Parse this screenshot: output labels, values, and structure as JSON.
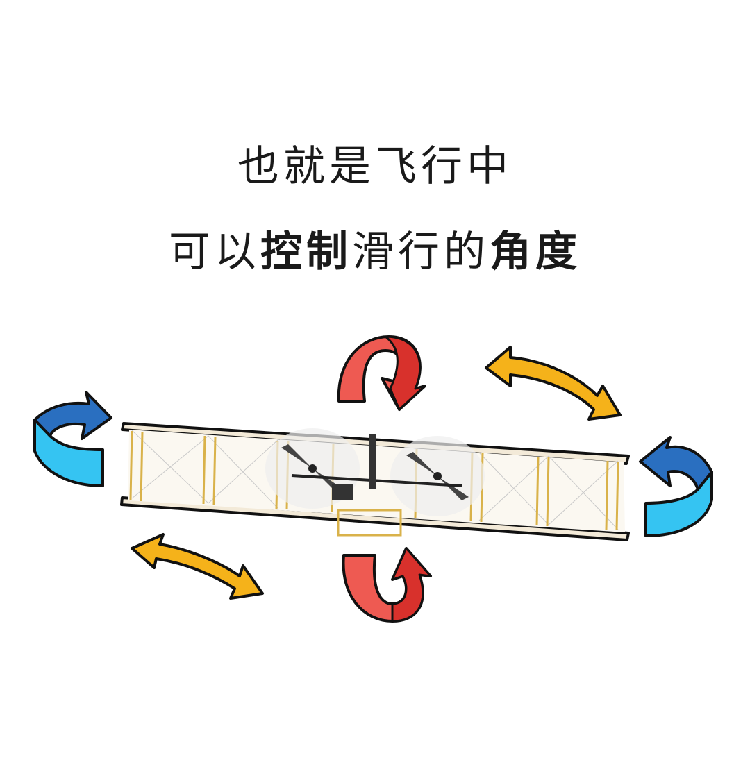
{
  "caption": {
    "line1": "也就是飞行中",
    "line2": [
      {
        "text": "可以",
        "strong": false
      },
      {
        "text": "控制",
        "strong": true
      },
      {
        "text": "滑行的",
        "strong": false
      },
      {
        "text": "角度",
        "strong": true
      }
    ]
  },
  "colors": {
    "pitch_arrow": "#e8423a",
    "yaw_arrow": "#f5b21a",
    "roll_arrow_dark": "#2a6fc0",
    "roll_arrow_light": "#35c4f2",
    "wing_fill": "#f3ead8",
    "strut": "#d9b24a",
    "outline": "#111111"
  }
}
